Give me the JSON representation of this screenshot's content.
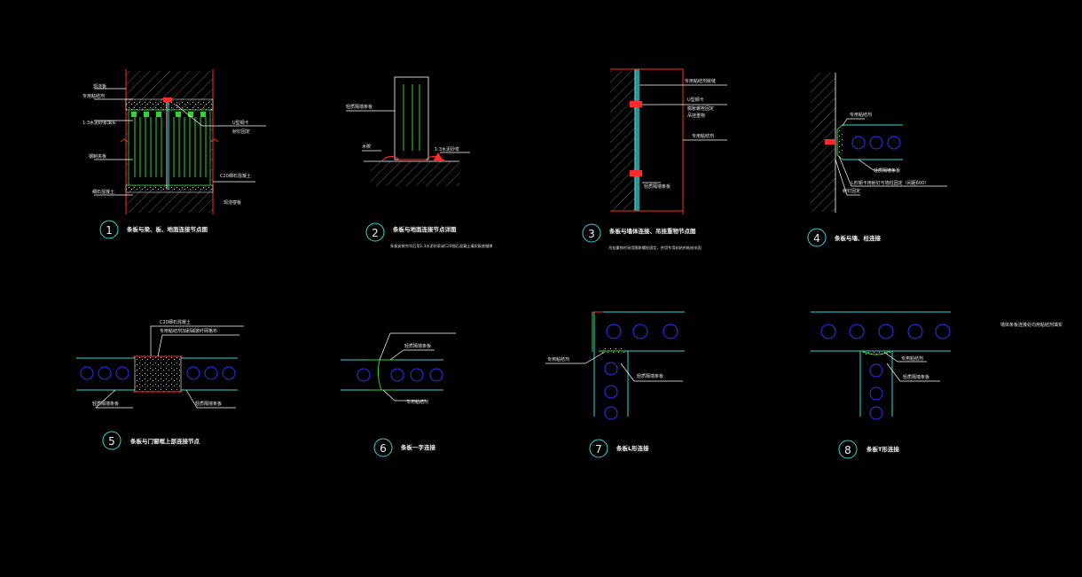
{
  "details": [
    {
      "number": "1",
      "title": "条板与梁、板、地面连接节点图",
      "subtitle": "",
      "labels": [
        "现浇板",
        "专用粘结剂",
        "1:3水泥砂浆填实",
        "U型钢卡",
        "射钉固定",
        "钢制夹板",
        "C20细石混凝土",
        "细石混凝土",
        "现浇楼板"
      ]
    },
    {
      "number": "2",
      "title": "条板与地面连接节点详图",
      "subtitle": "条板安装完毕后用1:3水泥砂浆或C20细石混凝土填实板底缝隙",
      "labels": [
        "轻质隔墙条板",
        "木楔",
        "1:3水泥砂浆"
      ]
    },
    {
      "number": "3",
      "title": "条板与墙体连接、吊挂重物节点图",
      "subtitle": "吊挂重物时采用膨胀螺栓固定，并用专用粘结剂粘结牢固",
      "labels": [
        "专用粘结剂嵌缝",
        "U型钢卡",
        "膨胀螺栓固定",
        "吊挂重物",
        "专用粘结剂",
        "轻质隔墙条板"
      ]
    },
    {
      "number": "4",
      "title": "条板与墙、柱连接",
      "subtitle": "",
      "labels": [
        "专用粘结剂",
        "轻质隔墙条板",
        "L形钢卡用射钉与墙柱固定（间距600）",
        "射钉固定"
      ]
    },
    {
      "number": "5",
      "title": "条板与门窗框上部连接节点",
      "subtitle": "",
      "labels": [
        "C20细石混凝土",
        "专用粘结剂加耐碱玻纤网格布",
        "轻质隔墙条板",
        "轻质隔墙条板"
      ]
    },
    {
      "number": "6",
      "title": "条板一字连接",
      "subtitle": "",
      "labels": [
        "轻质隔墙条板",
        "专用粘结剂"
      ]
    },
    {
      "number": "7",
      "title": "条板L形连接",
      "subtitle": "",
      "labels": [
        "专用粘结剂",
        "轻质隔墙条板"
      ]
    },
    {
      "number": "8",
      "title": "条板T形连接",
      "subtitle": "",
      "labels": [
        "专用粘结剂",
        "轻质隔墙条板"
      ]
    }
  ],
  "note": "墙体条板连接处均用粘结剂填实",
  "colors": {
    "background": "#000000",
    "line_white": "#ffffff",
    "line_cyan": "#33d6d6",
    "line_red": "#ff2a2a",
    "line_green": "#2fd62f",
    "line_blue": "#2f2fff",
    "hatch": "#9a9a9a"
  }
}
